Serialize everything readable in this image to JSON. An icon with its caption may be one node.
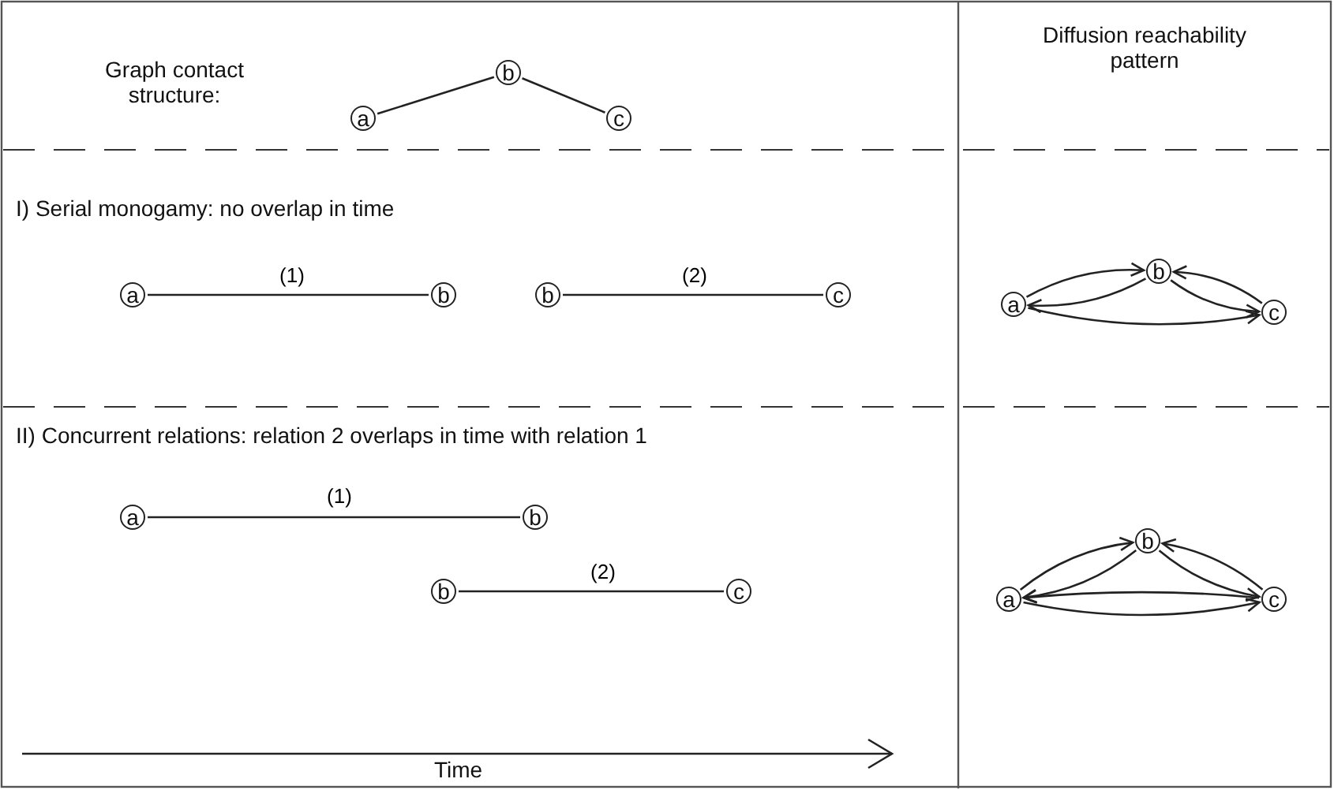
{
  "diagram": {
    "nodes": [
      {
        "text": [
          "a"
        ]
      },
      {
        "text": [
          "b"
        ]
      },
      {
        "text": [
          "c"
        ]
      },
      {
        "text": [
          "a"
        ]
      },
      {
        "text": [
          "b"
        ]
      },
      {
        "text": [
          "b"
        ]
      },
      {
        "text": [
          "c"
        ]
      },
      {
        "text": [
          "a"
        ]
      },
      {
        "text": [
          "b"
        ]
      },
      {
        "text": [
          "c"
        ]
      },
      {
        "text": [
          "a"
        ]
      },
      {
        "text": [
          "b"
        ]
      },
      {
        "text": [
          "b"
        ]
      },
      {
        "text": [
          "c"
        ]
      },
      {
        "text": [
          "a"
        ]
      },
      {
        "text": [
          "b"
        ]
      },
      {
        "text": [
          "c"
        ]
      }
    ],
    "edges": [
      {
        "from": 0,
        "to": 1,
        "arrow": "none"
      },
      {
        "from": 1,
        "to": 2,
        "arrow": "none"
      },
      {
        "from": 3,
        "to": 4,
        "arrow": "none",
        "label": "(1)"
      },
      {
        "from": 5,
        "to": 6,
        "arrow": "none",
        "label": "(2)"
      },
      {
        "from": 7,
        "to": 8,
        "arrow": "to"
      },
      {
        "from": 8,
        "to": 7,
        "arrow": "to"
      },
      {
        "from": 8,
        "to": 9,
        "arrow": "to"
      },
      {
        "from": 9,
        "to": 8,
        "arrow": "to"
      },
      {
        "from": 7,
        "to": 9,
        "arrow": "to"
      },
      {
        "from": 10,
        "to": 11,
        "arrow": "none",
        "label": "(1)"
      },
      {
        "from": 12,
        "to": 13,
        "arrow": "none",
        "label": "(2)"
      },
      {
        "from": 14,
        "to": 15,
        "arrow": "to"
      },
      {
        "from": 15,
        "to": 14,
        "arrow": "to"
      },
      {
        "from": 15,
        "to": 16,
        "arrow": "to"
      },
      {
        "from": 16,
        "to": 15,
        "arrow": "to"
      },
      {
        "from": 16,
        "to": 14,
        "arrow": "to"
      },
      {
        "from": 14,
        "to": 16,
        "arrow": "to"
      }
    ],
    "labels": [
      "Graph contact structure:",
      "Diffusion reachability pattern",
      "I) Serial monogamy: no overlap in time",
      "II) Concurrent relations: relation 2 overlaps in time with relation 1",
      "Time"
    ]
  }
}
